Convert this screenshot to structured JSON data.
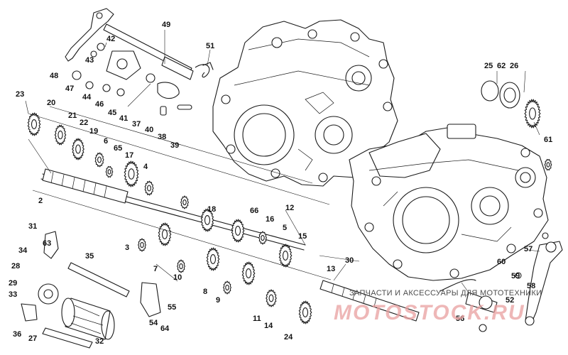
{
  "labels": [
    "49",
    "42",
    "43",
    "51",
    "48",
    "47",
    "44",
    "46",
    "45",
    "41",
    "37",
    "40",
    "38",
    "39",
    "23",
    "20",
    "21",
    "22",
    "19",
    "6",
    "65",
    "17",
    "4",
    "2",
    "18",
    "66",
    "16",
    "12",
    "5",
    "15",
    "31",
    "63",
    "34",
    "35",
    "3",
    "7",
    "10",
    "8",
    "9",
    "11",
    "14",
    "13",
    "30",
    "28",
    "29",
    "33",
    "36",
    "27",
    "32",
    "55",
    "54",
    "64",
    "24",
    "25",
    "62",
    "26",
    "61",
    "57",
    "60",
    "59",
    "58",
    "52",
    "56"
  ],
  "watermark": {
    "text": "ЗАПЧАСТИ И АКСЕССУАРЫ ДЛЯ МОТОТЕХНИКИ",
    "logo": "MOTOSTOCK.RU"
  }
}
